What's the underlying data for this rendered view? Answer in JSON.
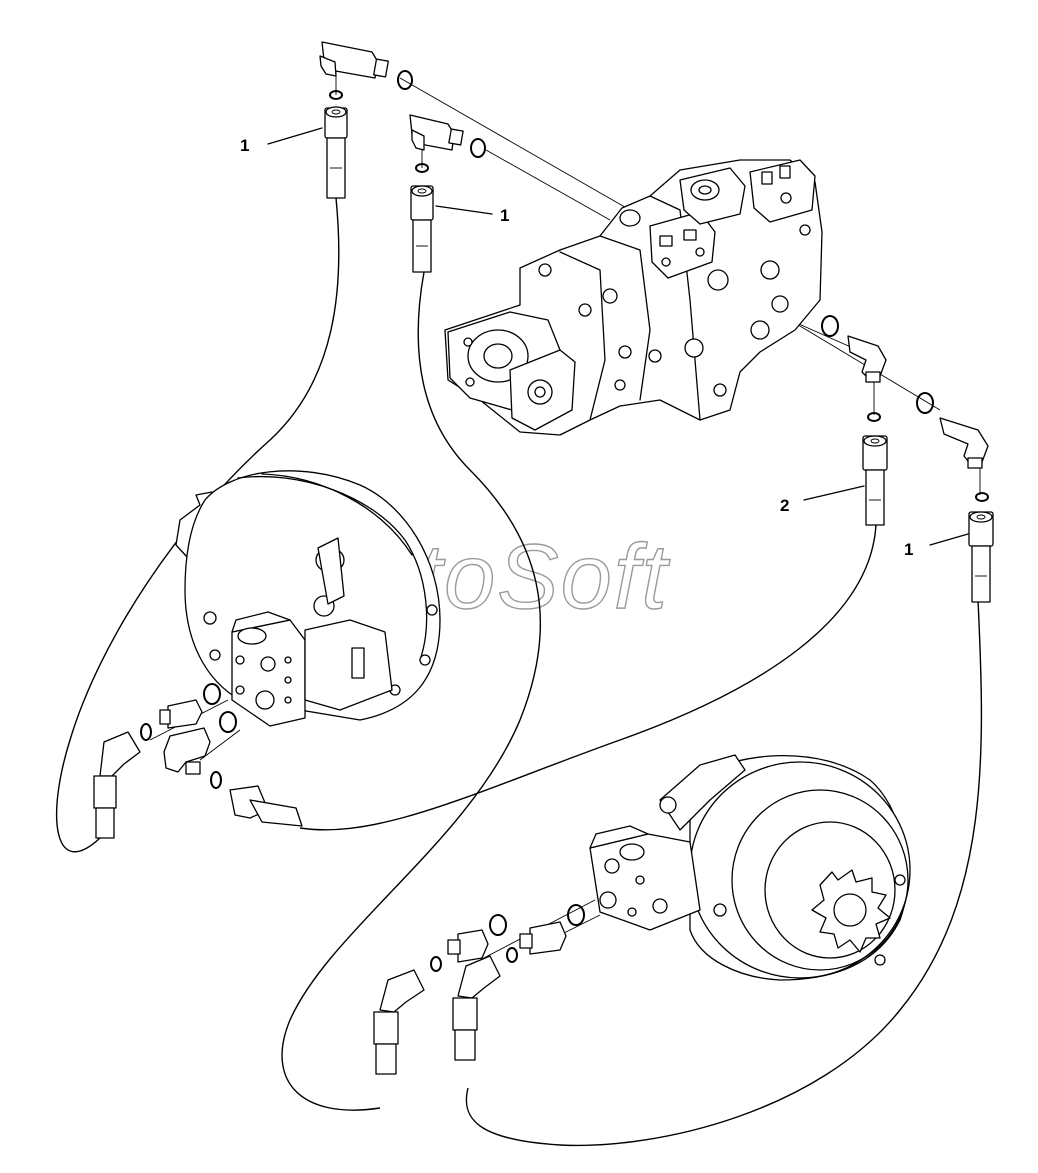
{
  "callouts": {
    "c1": "1",
    "c2": "1",
    "c3": "2",
    "c4": "1"
  },
  "watermark": "AutoSoft"
}
